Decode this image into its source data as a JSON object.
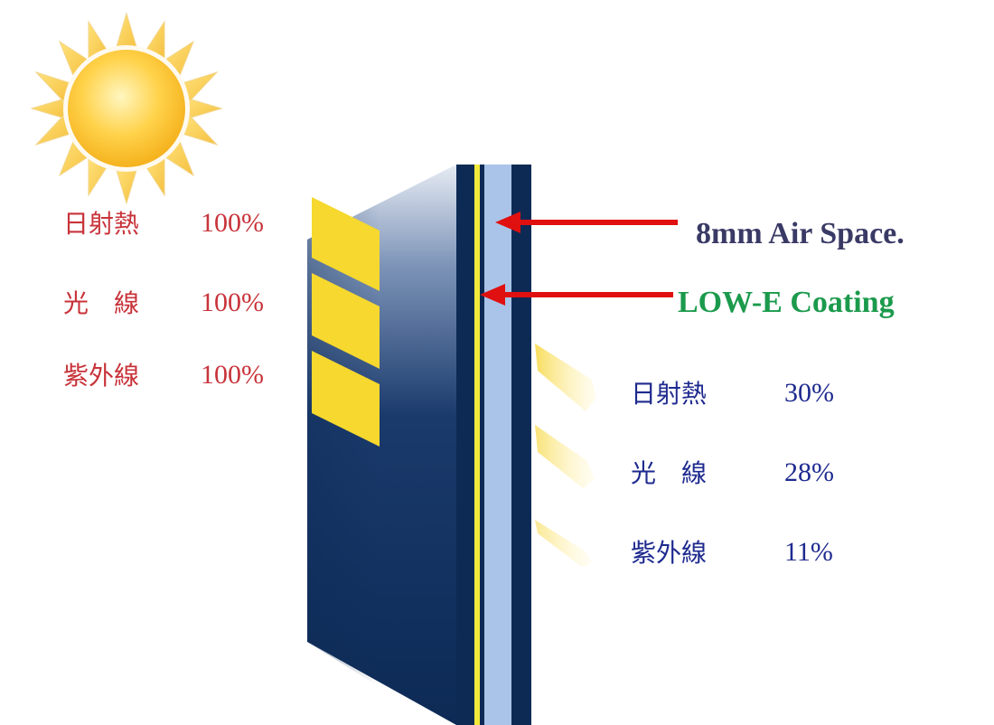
{
  "colors": {
    "incoming_text": "#c8333a",
    "outgoing_text": "#1e2a8f",
    "air_space_text": "#3a3a66",
    "coating_text": "#1b9a4c",
    "arrow": "#e01010",
    "glass_dark": "#0d2a55",
    "glass_light": "#a9c4e8",
    "coating": "#f2ea3a",
    "sun": "#ffcc33"
  },
  "incoming": [
    {
      "label": "日射熱",
      "value": "100%"
    },
    {
      "label": "光　線",
      "value": "100%"
    },
    {
      "label": "紫外線",
      "value": "100%"
    }
  ],
  "outgoing": [
    {
      "label": "日射熱",
      "value": "30%"
    },
    {
      "label": "光　線",
      "value": "28%"
    },
    {
      "label": "紫外線",
      "value": "11%"
    }
  ],
  "callouts": {
    "air_space": "8mm Air Space.",
    "coating": "LOW-E Coating"
  },
  "icons": {
    "sun": "sun-icon",
    "arrow": "arrow-left-icon"
  }
}
